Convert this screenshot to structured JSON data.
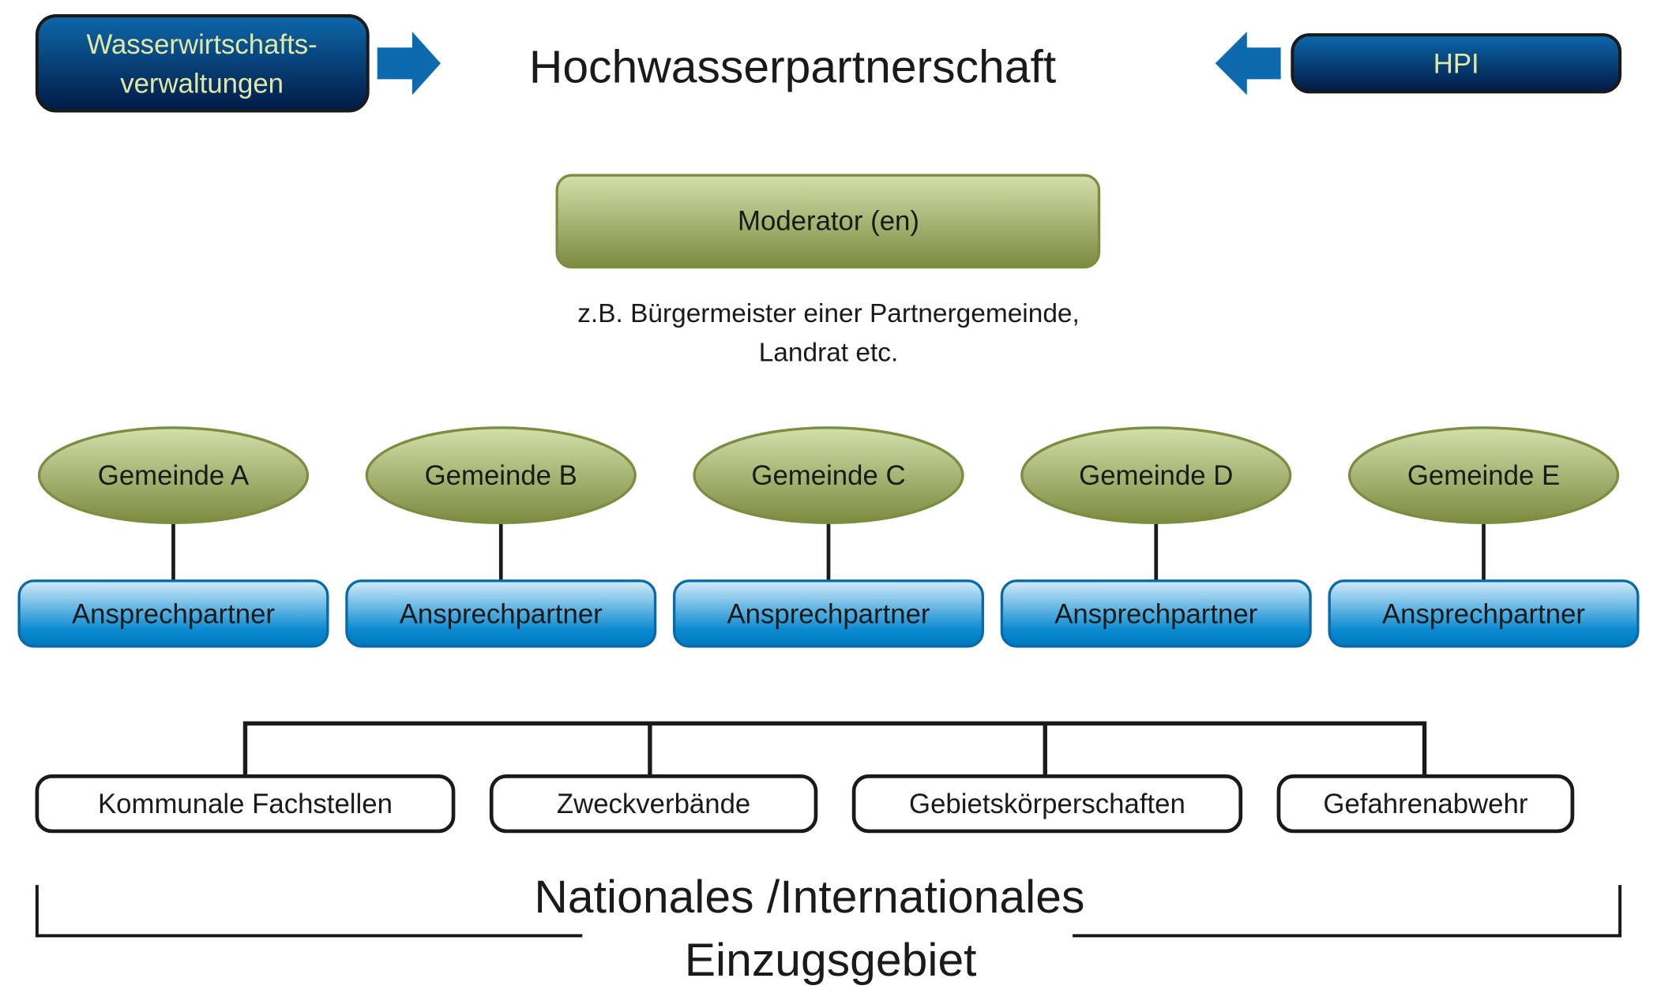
{
  "header": {
    "left_box": [
      "Wasserwirtschafts-",
      "verwaltungen"
    ],
    "title": "Hochwasserpartnerschaft",
    "right_box": "HPI"
  },
  "moderator": {
    "label": "Moderator (en)",
    "note": [
      "z.B. Bürgermeister einer Partnergemeinde,",
      "Landrat etc."
    ]
  },
  "municipalities": [
    {
      "name": "Gemeinde A",
      "contact": "Ansprechpartner"
    },
    {
      "name": "Gemeinde B",
      "contact": "Ansprechpartner"
    },
    {
      "name": "Gemeinde C",
      "contact": "Ansprechpartner"
    },
    {
      "name": "Gemeinde D",
      "contact": "Ansprechpartner"
    },
    {
      "name": "Gemeinde E",
      "contact": "Ansprechpartner"
    }
  ],
  "institutions": [
    "Kommunale Fachstellen",
    "Zweckverbände",
    "Gebietskörperschaften",
    "Gefahrenabwehr"
  ],
  "footer": [
    "Nationales /Internationales",
    "Einzugsgebiet"
  ],
  "colors": {
    "dark_blue": "#0a3a78",
    "arrow_blue": "#0d6aaf",
    "olive": "#7c8c40",
    "light_blue": "#1a8fd0"
  }
}
